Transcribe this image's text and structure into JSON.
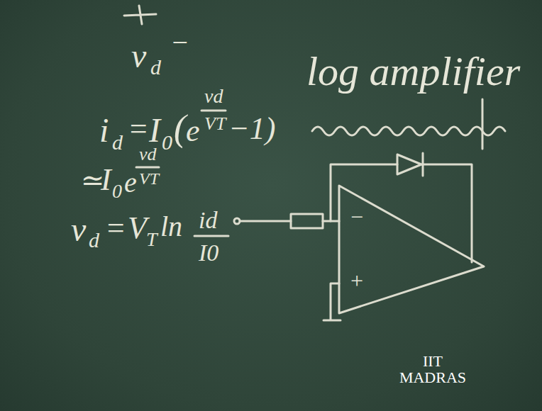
{
  "diagram": {
    "title": "log amplifier",
    "labels": [
      "v",
      "d",
      "−",
      "i",
      "d",
      "=",
      "I",
      "0",
      "(",
      "e",
      "vd",
      "VT",
      "−1)",
      "≃",
      "I",
      "0",
      "e",
      "vd",
      "VT",
      "v",
      "d",
      "=",
      "V",
      "T",
      "ln",
      "id",
      "I0",
      "−",
      "+",
      "IIT MADRAS"
    ]
  }
}
